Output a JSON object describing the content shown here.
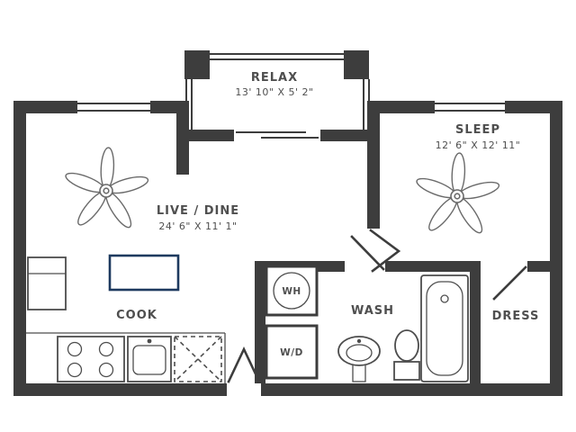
{
  "palette": {
    "wall": "#3d3d3d",
    "fixture_stroke": "#4d4d4d",
    "island_accent": "#1e3a5f",
    "label_text": "#4f4f4f",
    "background": "#ffffff"
  },
  "rooms": {
    "relax": {
      "label": "RELAX",
      "dims": "13' 10\" X 5' 2\""
    },
    "sleep": {
      "label": "SLEEP",
      "dims": "12' 6\" X 12' 11\""
    },
    "live_dine": {
      "label": "LIVE / DINE",
      "dims": "24' 6\" X 11' 1\""
    },
    "cook": {
      "label": "COOK"
    },
    "wash": {
      "label": "WASH"
    },
    "dress": {
      "label": "DRESS"
    }
  },
  "fixtures": {
    "water_heater": {
      "label": "WH"
    },
    "washer_dryer": {
      "label": "W/D"
    }
  }
}
